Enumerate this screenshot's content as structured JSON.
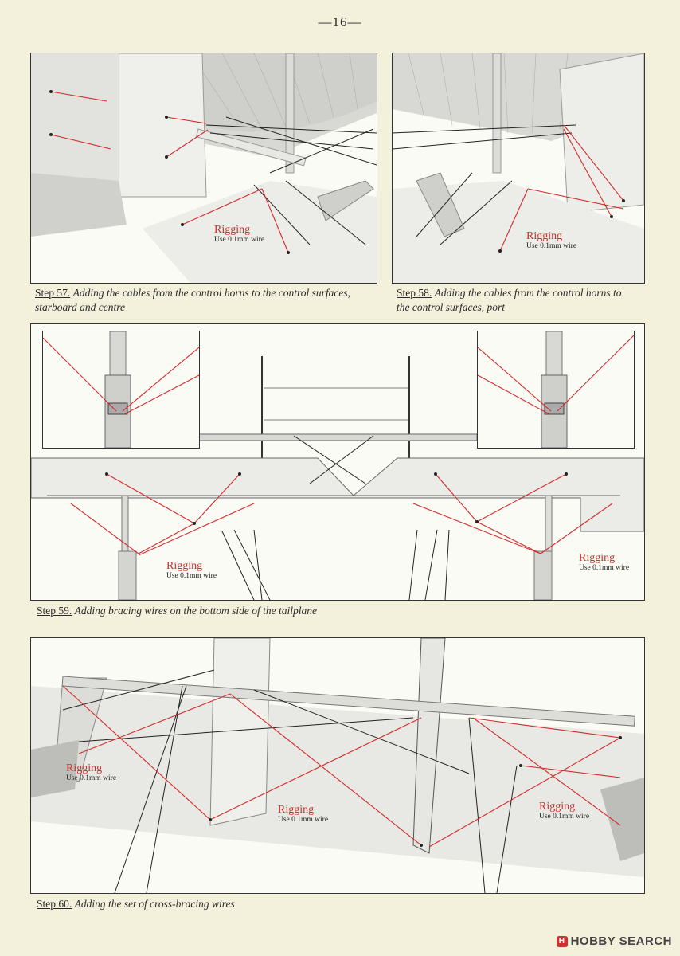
{
  "page_number": "—16—",
  "steps": [
    {
      "number": "Step 57.",
      "text": "Adding the cables from the control horns to the control surfaces,",
      "text2": "starboard and centre"
    },
    {
      "number": "Step 58.",
      "text": "Adding the cables from the control horns to",
      "text2": "the control surfaces, port"
    },
    {
      "number": "Step 59.",
      "text": "Adding bracing wires on the bottom side of the tailplane"
    },
    {
      "number": "Step 60.",
      "text": "Adding the set of cross-bracing wires"
    }
  ],
  "rigging_label": "Rigging",
  "rigging_sub": "Use 0.1mm wire",
  "watermark": "HOBBY SEARCH",
  "colors": {
    "background": "#f3f0dc",
    "wire": "#d42a2a",
    "structure": "#e6e6e2"
  }
}
